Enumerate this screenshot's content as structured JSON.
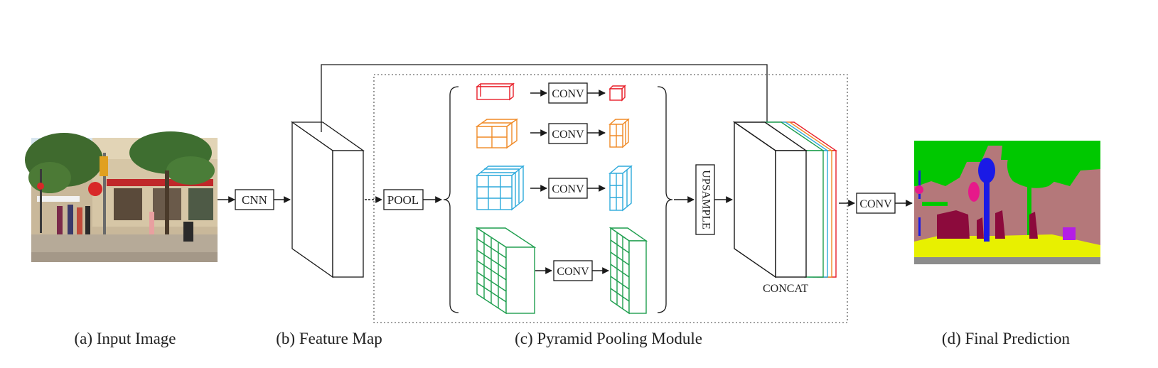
{
  "labels": {
    "cnn": "CNN",
    "pool": "POOL",
    "conv": "CONV",
    "upsample": "UPSAMPLE",
    "concat": "CONCAT",
    "final_conv": "CONV"
  },
  "captions": {
    "input": "(a) Input Image",
    "feature": "(b) Feature Map",
    "pyramid": "(c) Pyramid Pooling Module",
    "final": "(d) Final Prediction"
  },
  "colors": {
    "level1": "#e8202a",
    "level2": "#f08a26",
    "level3": "#2eaadc",
    "level4": "#1e9e4e",
    "stroke": "#1a1a1a",
    "seg_sky": "#00c800",
    "seg_building": "#b4787a",
    "seg_road": "#e8f000",
    "seg_person": "#8c0a3c",
    "seg_pole": "#1a1ae6",
    "seg_sign": "#e6198a",
    "seg_car": "#b41ee6",
    "seg_sidewalk": "#8c8c8c"
  }
}
